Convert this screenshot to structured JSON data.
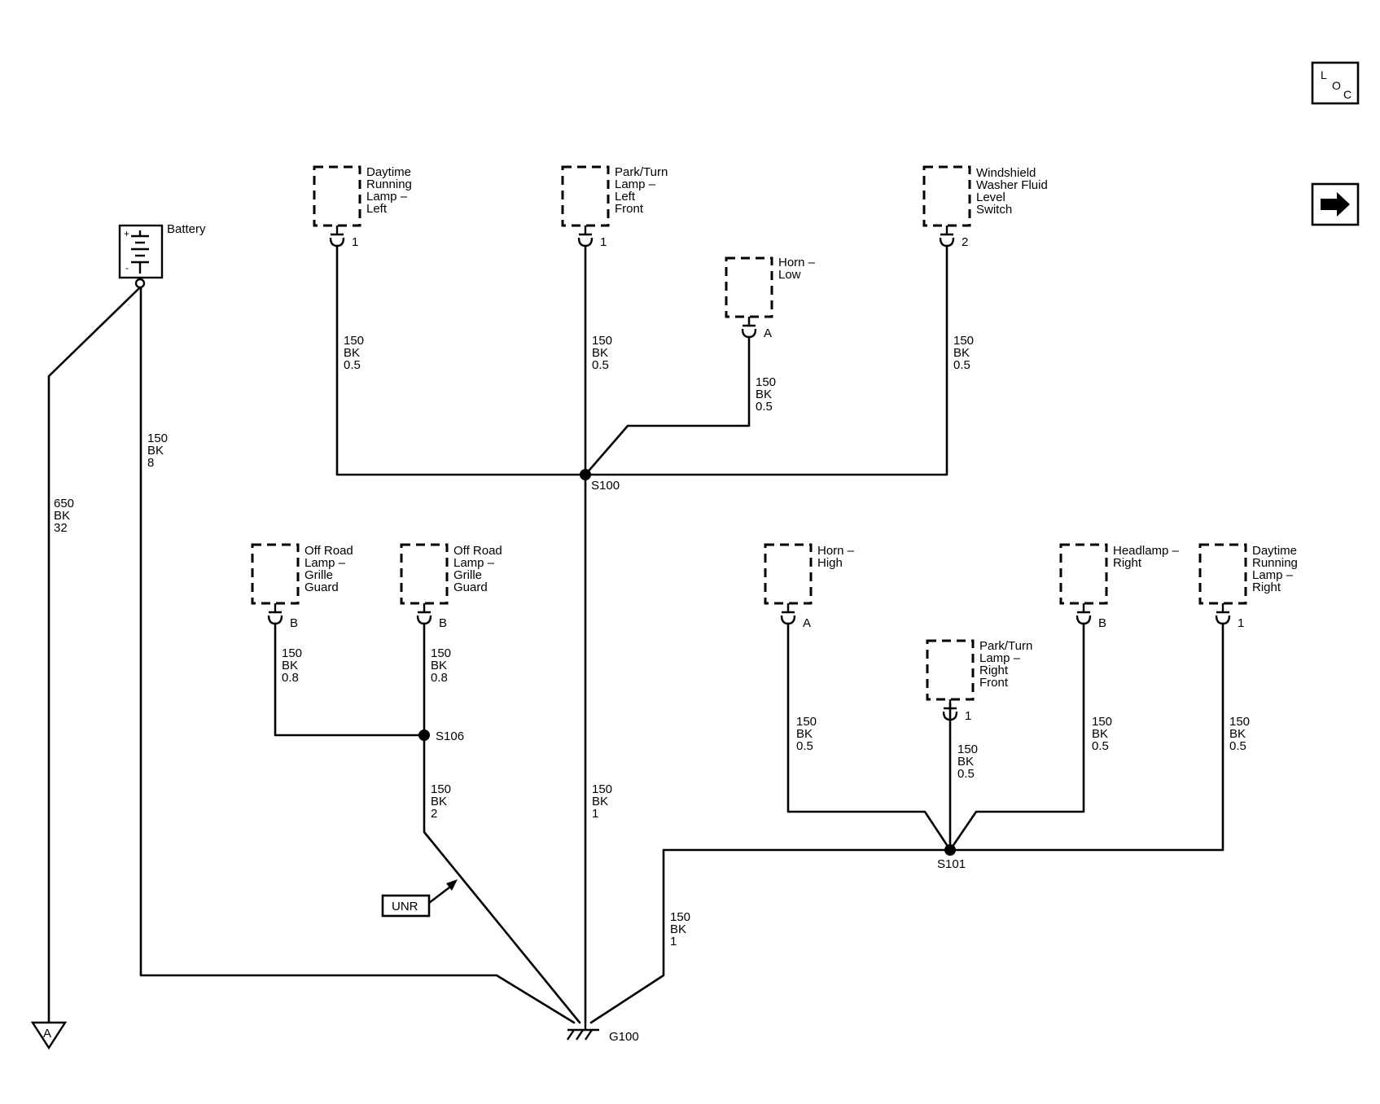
{
  "components": {
    "drl_left": {
      "name": [
        "Daytime",
        "Running",
        "Lamp –",
        "Left"
      ],
      "pin": "1"
    },
    "park_turn_left_front": {
      "name": [
        "Park/Turn",
        "Lamp –",
        "Left",
        "Front"
      ],
      "pin": "1"
    },
    "horn_low": {
      "name": [
        "Horn –",
        "Low"
      ],
      "pin": "A"
    },
    "washer_switch": {
      "name": [
        "Windshield",
        "Washer Fluid",
        "Level",
        "Switch"
      ],
      "pin": "2"
    },
    "off_road_1": {
      "name": [
        "Off Road",
        "Lamp –",
        "Grille",
        "Guard"
      ],
      "pin": "B"
    },
    "off_road_2": {
      "name": [
        "Off Road",
        "Lamp –",
        "Grille",
        "Guard"
      ],
      "pin": "B"
    },
    "horn_high": {
      "name": [
        "Horn –",
        "High"
      ],
      "pin": "A"
    },
    "park_turn_right_front": {
      "name": [
        "Park/Turn",
        "Lamp –",
        "Right",
        "Front"
      ],
      "pin": "1"
    },
    "headlamp_right": {
      "name": [
        "Headlamp –",
        "Right"
      ],
      "pin": "B"
    },
    "drl_right": {
      "name": [
        "Daytime",
        "Running",
        "Lamp –",
        "Right"
      ],
      "pin": "1"
    },
    "battery": {
      "name": "Battery",
      "plus": "+",
      "minus": "-"
    }
  },
  "wires": {
    "w_drl_left": [
      "150",
      "BK",
      "0.5"
    ],
    "w_park_left": [
      "150",
      "BK",
      "0.5"
    ],
    "w_horn_low": [
      "150",
      "BK",
      "0.5"
    ],
    "w_washer": [
      "150",
      "BK",
      "0.5"
    ],
    "w_battery_ground": [
      "150",
      "BK",
      "8"
    ],
    "w_battery_a": [
      "650",
      "BK",
      "32"
    ],
    "w_off_road_1": [
      "150",
      "BK",
      "0.8"
    ],
    "w_off_road_2": [
      "150",
      "BK",
      "0.8"
    ],
    "w_s106_g100": [
      "150",
      "BK",
      "2"
    ],
    "w_s100_g100": [
      "150",
      "BK",
      "1"
    ],
    "w_horn_high": [
      "150",
      "BK",
      "0.5"
    ],
    "w_park_right": [
      "150",
      "BK",
      "0.5"
    ],
    "w_headlamp_right": [
      "150",
      "BK",
      "0.5"
    ],
    "w_drl_right": [
      "150",
      "BK",
      "0.5"
    ],
    "w_s101_g100": [
      "150",
      "BK",
      "1"
    ]
  },
  "splices": {
    "s100": "S100",
    "s101": "S101",
    "s106": "S106"
  },
  "ground": "G100",
  "unr": "UNR",
  "offpage": "A",
  "loc": {
    "l": "L",
    "o": "O",
    "c": "C"
  }
}
